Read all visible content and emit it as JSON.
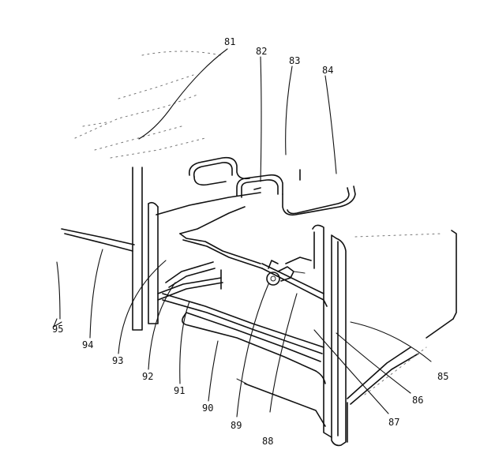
{
  "figure": {
    "labels": {
      "l81": "81",
      "l82": "82",
      "l83": "83",
      "l84": "84",
      "l85": "85",
      "l86": "86",
      "l87": "87",
      "l88": "88",
      "l89": "89",
      "l90": "90",
      "l91": "91",
      "l92": "92",
      "l93": "93",
      "l94": "94",
      "l95": "95"
    }
  }
}
